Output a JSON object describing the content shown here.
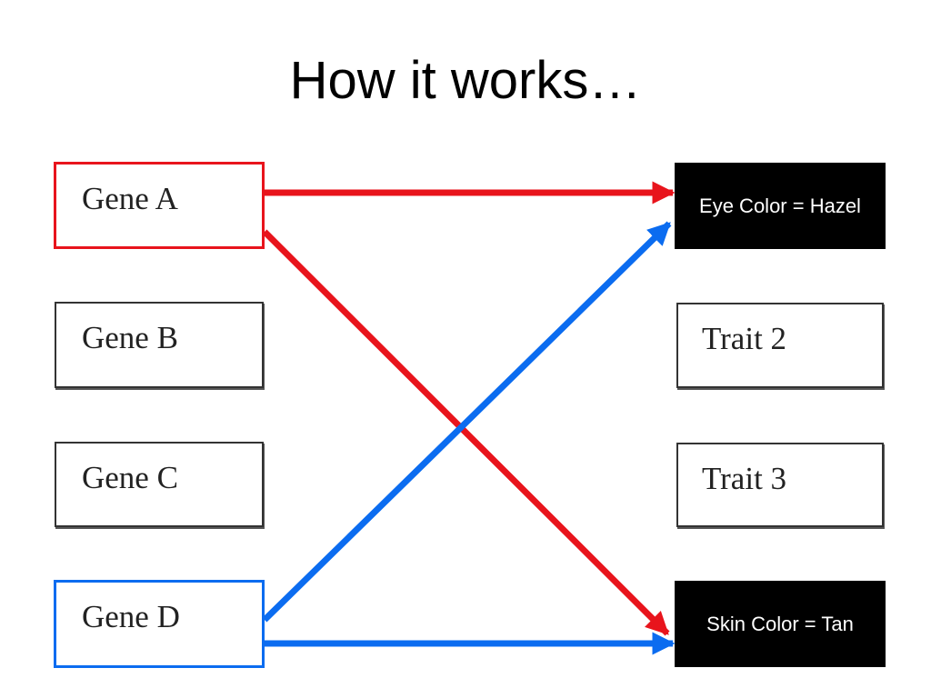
{
  "title": "How it works…",
  "genes": [
    {
      "label": "Gene A",
      "style": "red"
    },
    {
      "label": "Gene B",
      "style": "plain"
    },
    {
      "label": "Gene C",
      "style": "plain"
    },
    {
      "label": "Gene D",
      "style": "blue"
    }
  ],
  "traits": [
    {
      "label": "Eye Color = Hazel",
      "style": "black"
    },
    {
      "label": "Trait 2",
      "style": "plain"
    },
    {
      "label": "Trait 3",
      "style": "plain"
    },
    {
      "label": "Skin Color = Tan",
      "style": "black"
    }
  ],
  "links": [
    {
      "from": "Gene A",
      "to": "Eye Color = Hazel",
      "color": "#e8141c"
    },
    {
      "from": "Gene A",
      "to": "Skin Color = Tan",
      "color": "#e8141c"
    },
    {
      "from": "Gene D",
      "to": "Eye Color = Hazel",
      "color": "#0b6cf0"
    },
    {
      "from": "Gene D",
      "to": "Skin Color = Tan",
      "color": "#0b6cf0"
    }
  ],
  "colors": {
    "gene_a": "#e8141c",
    "gene_d": "#0b6cf0",
    "highlight_trait_bg": "#000000"
  }
}
